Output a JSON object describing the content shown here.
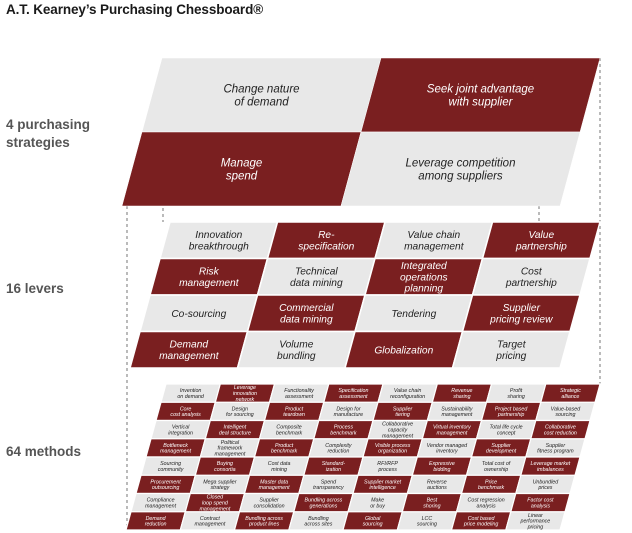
{
  "title": "A.T. Kearney’s Purchasing Chessboard®",
  "labels": {
    "strategies": "4 purchasing strategies",
    "levers": "16 levers",
    "methods": "64 methods"
  },
  "colors": {
    "dark": "#7a1f20",
    "light": "#e8e8e8",
    "text_dark": "#222222",
    "text_light": "#ffffff"
  },
  "strategies": [
    [
      "Change nature\nof demand",
      "Seek joint advantage\nwith supplier"
    ],
    [
      "Manage\nspend",
      "Leverage competition\namong suppliers"
    ]
  ],
  "levers": [
    [
      "Innovation\nbreakthrough",
      "Re-\nspecification",
      "Value chain\nmanagement",
      "Value\npartnership"
    ],
    [
      "Risk\nmanagement",
      "Technical\ndata mining",
      "Integrated\noperations\nplanning",
      "Cost\npartnership"
    ],
    [
      "Co-sourcing",
      "Commercial\ndata mining",
      "Tendering",
      "Supplier\npricing review"
    ],
    [
      "Demand\nmanagement",
      "Volume\nbundling",
      "Globalization",
      "Target\npricing"
    ]
  ],
  "methods": [
    [
      "Invention\non demand",
      "Leverage\ninnovation\nnetwork",
      "Functionality\nassessment",
      "Specification\nassessment",
      "Value chain\nreconfiguration",
      "Revenue\nsharing",
      "Profit\nsharing",
      "Strategic\nalliance"
    ],
    [
      "Core\ncost analysis",
      "Design\nfor sourcing",
      "Product\nteardown",
      "Design for\nmanufacture",
      "Supplier\ntiering",
      "Sustainability\nmanagement",
      "Project based\npartnership",
      "Value-based\nsourcing"
    ],
    [
      "Vertical\nintegration",
      "Intelligent\ndeal structure",
      "Composite\nbenchmark",
      "Process\nbenchmark",
      "Collaborative\ncapacity\nmanagement",
      "Virtual inventory\nmanagement",
      "Total life cycle\nconcept",
      "Collaborative\ncost reduction"
    ],
    [
      "Bottleneck\nmanagement",
      "Political\nframework\nmanagement",
      "Product\nbenchmark",
      "Complexity\nreduction",
      "Visible process\norganization",
      "Vendor managed\ninventory",
      "Supplier\ndevelopment",
      "Supplier\nfitness program"
    ],
    [
      "Sourcing\ncommunity",
      "Buying\nconsortia",
      "Cost data\nmining",
      "Standard-\nization",
      "RFI/RFP\nprocess",
      "Expressive\nbidding",
      "Total cost of\nownership",
      "Leverage market\nimbalances"
    ],
    [
      "Procurement\noutsourcing",
      "Mega supplier\nstrategy",
      "Master data\nmanagement",
      "Spend\ntransparency",
      "Supplier market\nintelligence",
      "Reverse\nauctions",
      "Price\nbenchmark",
      "Unbundled\nprices"
    ],
    [
      "Compliance\nmanagement",
      "Closed\nloop spend\nmanagement",
      "Supplier\nconsolidation",
      "Bundling across\ngenerations",
      "Make\nor buy",
      "Best\nshoring",
      "Cost regression\nanalysis",
      "Factor cost\nanalysis"
    ],
    [
      "Demand\nreduction",
      "Contract\nmanagement",
      "Bundling across\nproduct lines",
      "Bundling\nacross sites",
      "Global\nsourcing",
      "LCC\nsourcing",
      "Cost based\nprice modeling",
      "Linear\nperformance\npricing"
    ]
  ]
}
